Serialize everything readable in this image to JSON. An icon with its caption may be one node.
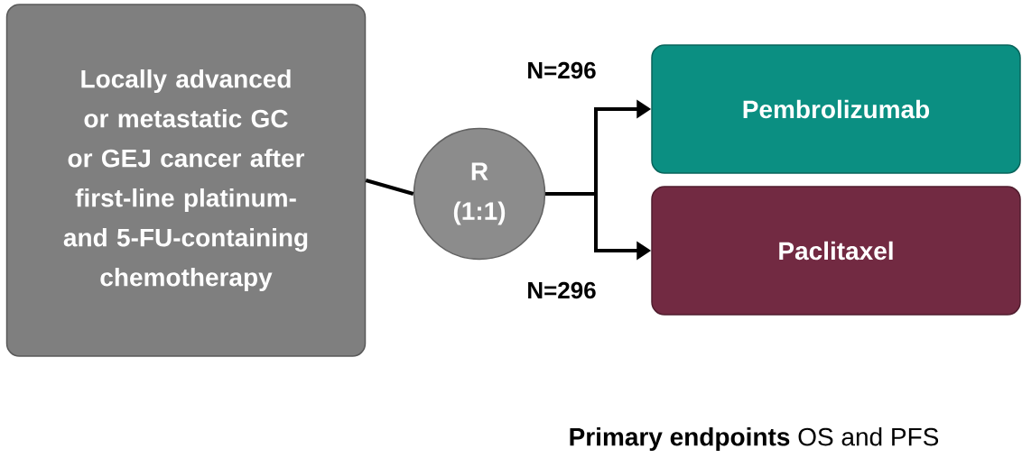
{
  "diagram": {
    "nodes": [
      {
        "text": [
          "Locally advanced or metastatic GC or GEJ cancer after first-line platinum- and 5-FU-containing chemotherapy"
        ]
      },
      {
        "text": [
          "R (1:1)"
        ]
      },
      {
        "text": [
          "Pembrolizumab"
        ]
      },
      {
        "text": [
          "Paclitaxel"
        ]
      }
    ],
    "edges": [
      {
        "from": 0,
        "to": 1,
        "arrow": "none"
      },
      {
        "from": 1,
        "to": 2,
        "arrow": "to",
        "label": "N=296"
      },
      {
        "from": 1,
        "to": 3,
        "arrow": "to",
        "label": "N=296"
      }
    ],
    "labels": [
      "**Primary endpoints** OS and PFS"
    ]
  }
}
